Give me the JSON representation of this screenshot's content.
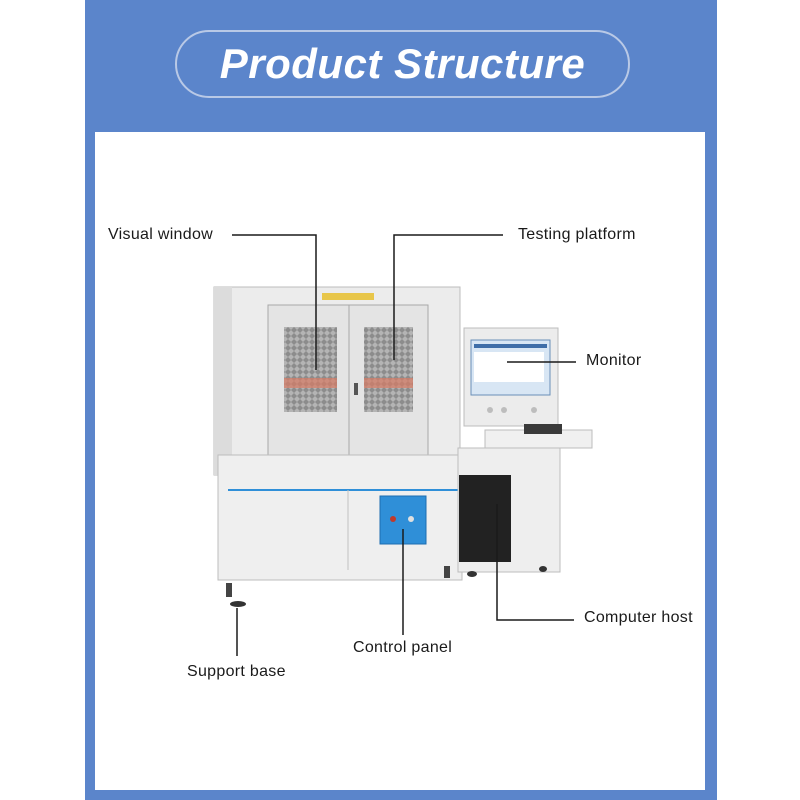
{
  "title": "Product Structure",
  "labels": {
    "visual_window": "Visual window",
    "testing_platform": "Testing platform",
    "monitor": "Monitor",
    "computer_host": "Computer host",
    "control_panel": "Control panel",
    "support_base": "Support base"
  },
  "colors": {
    "frame_blue": "#5b85cb",
    "cabinet_grey": "#e8e8e8",
    "accent_blue": "#2f8fd8",
    "line_black": "#1a1a1a"
  }
}
